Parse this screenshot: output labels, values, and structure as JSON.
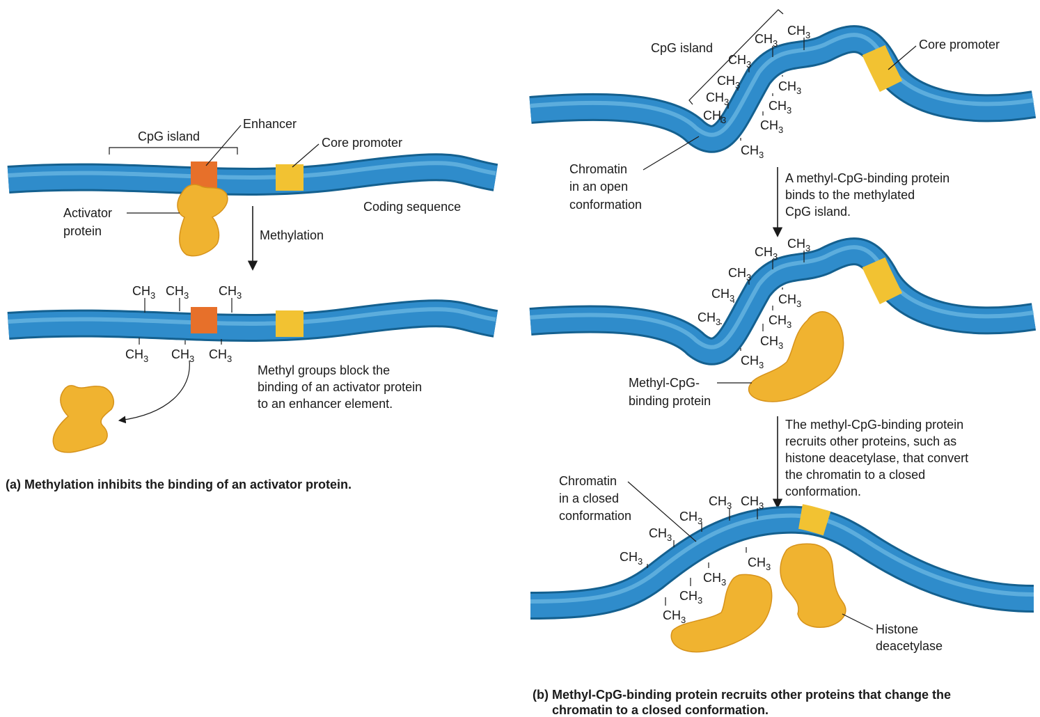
{
  "colors": {
    "dna": "#2f8ccb",
    "dna_dark": "#14608f",
    "enhancer": "#e7702a",
    "promoter": "#f2c232",
    "protein": "#f0b330",
    "protein_edge": "#d6921a",
    "text": "#1a1a1a"
  },
  "methyl_group": {
    "main": "CH",
    "sub": "3"
  },
  "panel_a": {
    "labels": {
      "cpg_island": "CpG island",
      "enhancer": "Enhancer",
      "core_promoter": "Core promoter",
      "activator_line1": "Activator",
      "activator_line2": "protein",
      "coding_sequence": "Coding sequence",
      "methylation": "Methylation"
    },
    "note_lines": [
      "Methyl groups block the",
      "binding of an activator protein",
      "to an enhancer element."
    ],
    "caption": "(a) Methylation inhibits the binding of an activator protein."
  },
  "panel_b": {
    "labels": {
      "cpg_island": "CpG island",
      "core_promoter": "Core promoter",
      "open_line1": "Chromatin",
      "open_line2": "in an open",
      "open_line3": "conformation",
      "mbp_line1": "Methyl-CpG-",
      "mbp_line2": "binding protein",
      "closed_line1": "Chromatin",
      "closed_line2": "in a closed",
      "closed_line3": "conformation",
      "hdac_line1": "Histone",
      "hdac_line2": "deacetylase"
    },
    "step1_lines": [
      "A methyl-CpG-binding protein",
      "binds to the methylated",
      "CpG island."
    ],
    "step2_lines": [
      "The methyl-CpG-binding protein",
      "recruits other proteins, such as",
      "histone deacetylase, that convert",
      "the chromatin to a closed",
      "conformation."
    ],
    "caption_line1": "(b) Methyl-CpG-binding protein recruits other proteins that change the",
    "caption_line2": "chromatin to a closed conformation."
  }
}
